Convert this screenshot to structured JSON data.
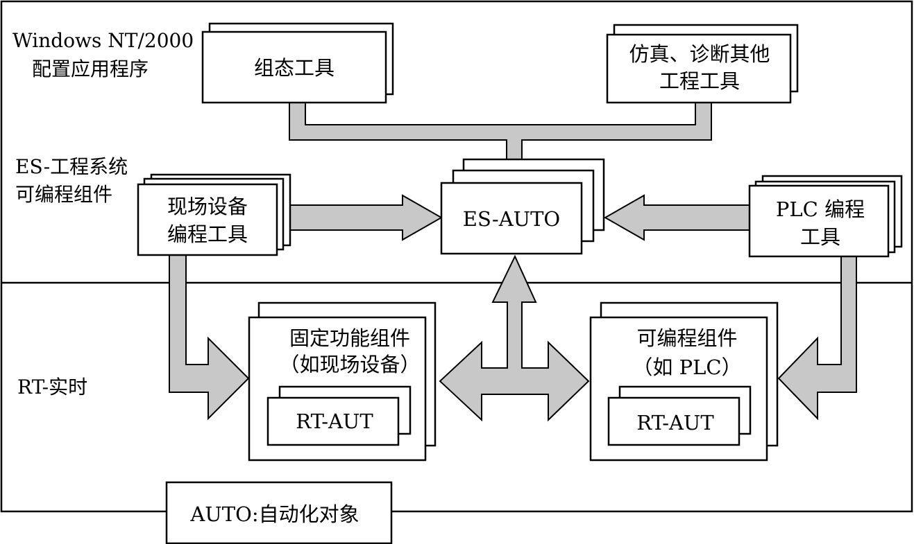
{
  "zones": {
    "top_label_line1": "Windows NT/2000",
    "top_label_line2": "配置应用程序",
    "es_label_line1": "ES-工程系统",
    "es_label_line2": "可编程组件",
    "rt_label": "RT-实时"
  },
  "boxes": {
    "config_tool": "组态工具",
    "sim_line1": "仿真、诊断其他",
    "sim_line2": "工程工具",
    "field_line1": "现场设备",
    "field_line2": "编程工具",
    "es_auto": "ES-AUTO",
    "plc_line1": "PLC 编程",
    "plc_line2": "工具",
    "fixed_line1": "固定功能组件",
    "fixed_line2": "（如现场设备）",
    "rt_aut_left": "RT-AUT",
    "prog_line1": "可编程组件",
    "prog_line2": "（如 PLC）",
    "rt_aut_right": "RT-AUT"
  },
  "legend": {
    "auto": "AUTO:自动化对象"
  }
}
